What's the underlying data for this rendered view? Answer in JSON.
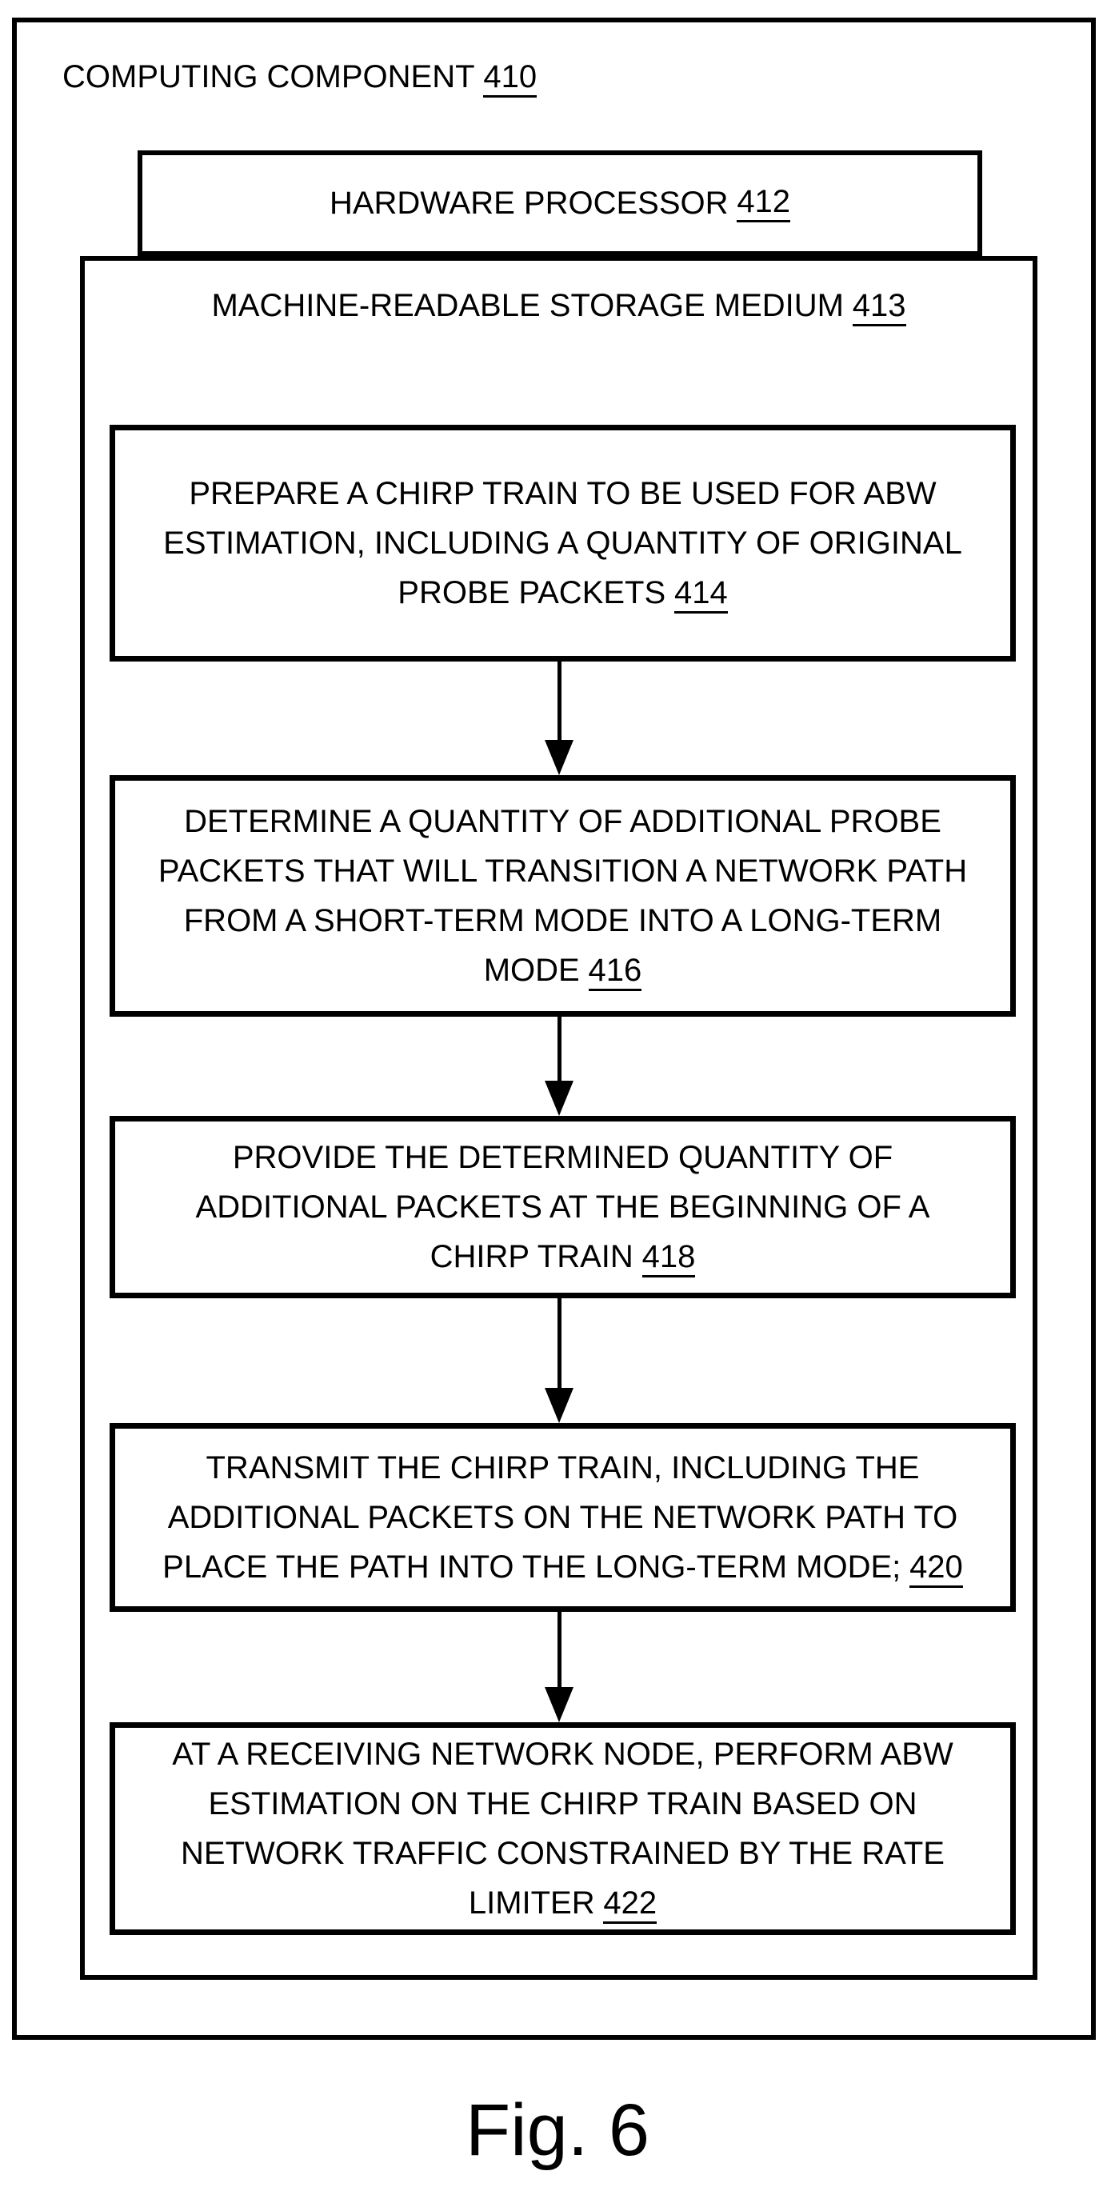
{
  "figure": {
    "caption": "Fig. 6",
    "colors": {
      "ink": "#000000",
      "background": "#ffffff"
    }
  },
  "computing_component": {
    "label": "COMPUTING COMPONENT",
    "ref": "410"
  },
  "hardware_processor": {
    "label": "HARDWARE PROCESSOR",
    "ref": "412"
  },
  "storage_medium": {
    "label": "MACHINE-READABLE STORAGE MEDIUM",
    "ref": "413"
  },
  "steps": [
    {
      "ref": "414",
      "lines": [
        "PREPARE A CHIRP TRAIN TO BE USED FOR ABW",
        "ESTIMATION, INCLUDING A QUANTITY OF ORIGINAL",
        "PROBE PACKETS"
      ]
    },
    {
      "ref": "416",
      "lines": [
        "DETERMINE A QUANTITY OF ADDITIONAL PROBE",
        "PACKETS THAT WILL TRANSITION A NETWORK PATH",
        "FROM A SHORT-TERM MODE INTO A LONG-TERM",
        "MODE"
      ]
    },
    {
      "ref": "418",
      "lines": [
        "PROVIDE THE DETERMINED QUANTITY OF",
        "ADDITIONAL PACKETS AT THE BEGINNING OF A",
        "CHIRP TRAIN"
      ]
    },
    {
      "ref": "420",
      "lines": [
        "TRANSMIT THE CHIRP TRAIN, INCLUDING THE",
        "ADDITIONAL PACKETS ON THE NETWORK PATH TO",
        "PLACE THE PATH INTO THE LONG-TERM MODE;"
      ]
    },
    {
      "ref": "422",
      "lines": [
        "AT A RECEIVING NETWORK NODE, PERFORM ABW",
        "ESTIMATION ON THE CHIRP TRAIN BASED ON",
        "NETWORK TRAFFIC CONSTRAINED BY THE RATE",
        "LIMITER"
      ]
    }
  ]
}
